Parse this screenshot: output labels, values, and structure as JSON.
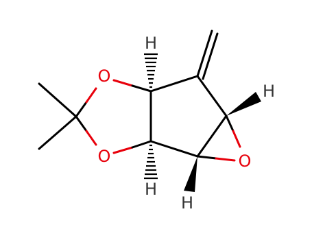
{
  "molecule": {
    "colors": {
      "carbon": "#000000",
      "oxygen": "#e8000b",
      "hydrogen": "#333333"
    },
    "atoms": {
      "o_upper": "O",
      "o_lower": "O",
      "o_epoxide": "O",
      "h_top": "H",
      "h_bottom": "H",
      "h_right": "H",
      "h_lower_right": "H"
    }
  }
}
